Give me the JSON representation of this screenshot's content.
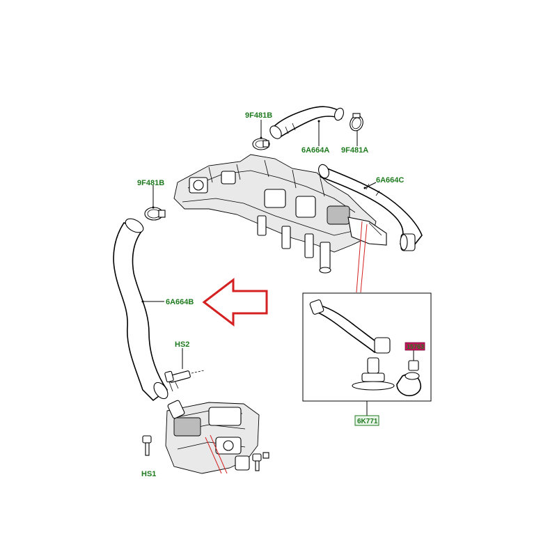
{
  "labels": {
    "clamp_left_top": "9F481B",
    "hose_top": "6A664A",
    "clamp_right_top": "9F481A",
    "hose_right": "6A664C",
    "clamp_left_mid": "9F481B",
    "hose_main": "6A664B",
    "screw": "HS2",
    "bolt_bottom": "HS1",
    "inset_assembly": "6K771",
    "inset_redacted": "15763"
  },
  "colors": {
    "label_green": "#1f7a1f",
    "arrow_red": "#d42020",
    "leader_red": "#d42020",
    "redacted_fill": "#c0155a"
  },
  "icons": {
    "pointer_arrow": "arrow-left-outline-icon"
  }
}
